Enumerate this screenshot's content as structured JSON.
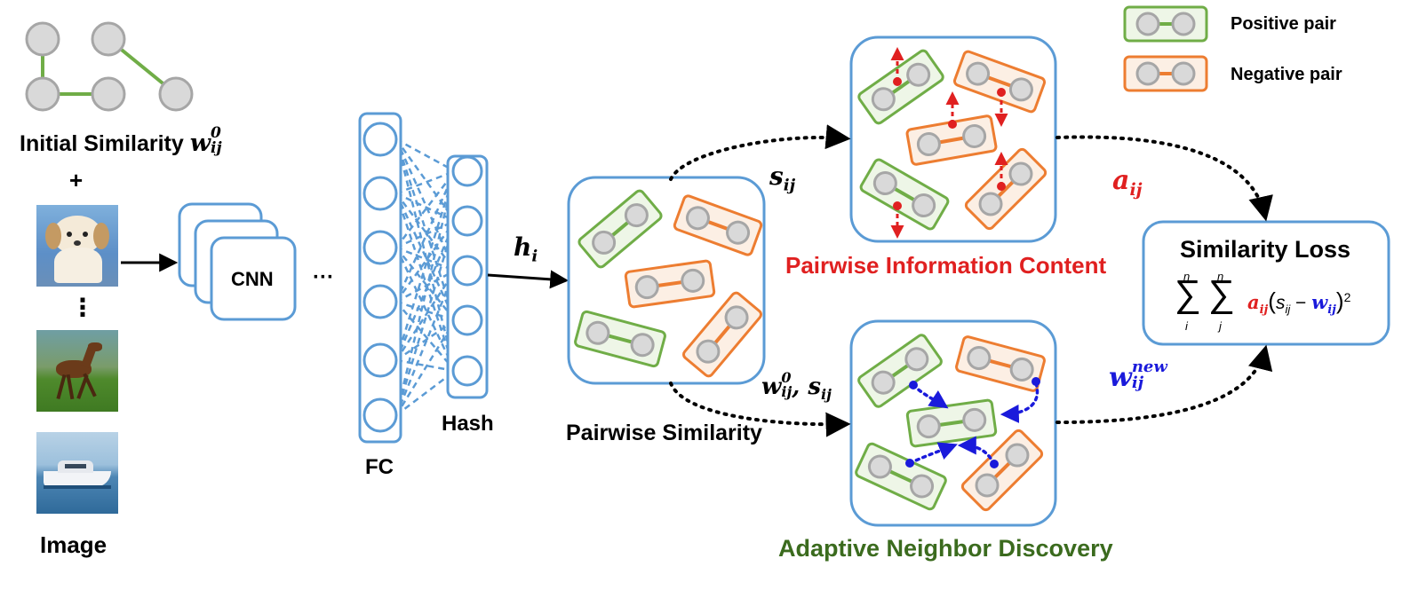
{
  "legend": {
    "positive_label": "Positive pair",
    "negative_label": "Negative pair"
  },
  "labels": {
    "initial_similarity_text": "Initial Similarity ",
    "initial_similarity_sym": "w",
    "initial_similarity_sup": "0",
    "initial_similarity_sub": "ij",
    "plus": "+",
    "vdots": "⋮",
    "image": "Image",
    "cnn": "CNN",
    "ellipsis": "···",
    "fc": "FC",
    "hash": "Hash",
    "h_sym": "h",
    "h_sub": "i",
    "pairwise_similarity": "Pairwise Similarity",
    "s_sym": "s",
    "s_sub": "ij",
    "w0s_w": "w",
    "w0s_sup": "0",
    "w0s_sub": "ij",
    "w0s_comma": ", ",
    "w0s_s": "s",
    "w0s_ssub": "ij",
    "a_sym": "a",
    "a_sub": "ij",
    "wnew_w": "w",
    "wnew_sup": "new",
    "wnew_sub": "ij",
    "pairwise_info": "Pairwise Information Content",
    "adaptive": "Adaptive Neighbor Discovery",
    "loss_title": "Similarity Loss",
    "loss_n1": "n",
    "loss_n2": "n",
    "loss_i": "i",
    "loss_j": "j",
    "loss_a": "a",
    "loss_a_sub": "ij",
    "loss_open": "(",
    "loss_s": "s",
    "loss_s_sub": "ij",
    "loss_minus": " − ",
    "loss_w": "w",
    "loss_w_sub": "ij",
    "loss_close": ")",
    "loss_sq": "2",
    "sigma": "∑"
  },
  "colors": {
    "blue": "#5b9bd5",
    "green": "#70ad47",
    "green_fill": "#eef6e7",
    "orange": "#ed7d31",
    "orange_fill": "#fcefe4",
    "red": "#e02020",
    "dark_blue": "#1a1adb",
    "dark_green": "#3b6b1e",
    "node_fill": "#d9d9d9",
    "node_stroke": "#a6a6a6"
  }
}
